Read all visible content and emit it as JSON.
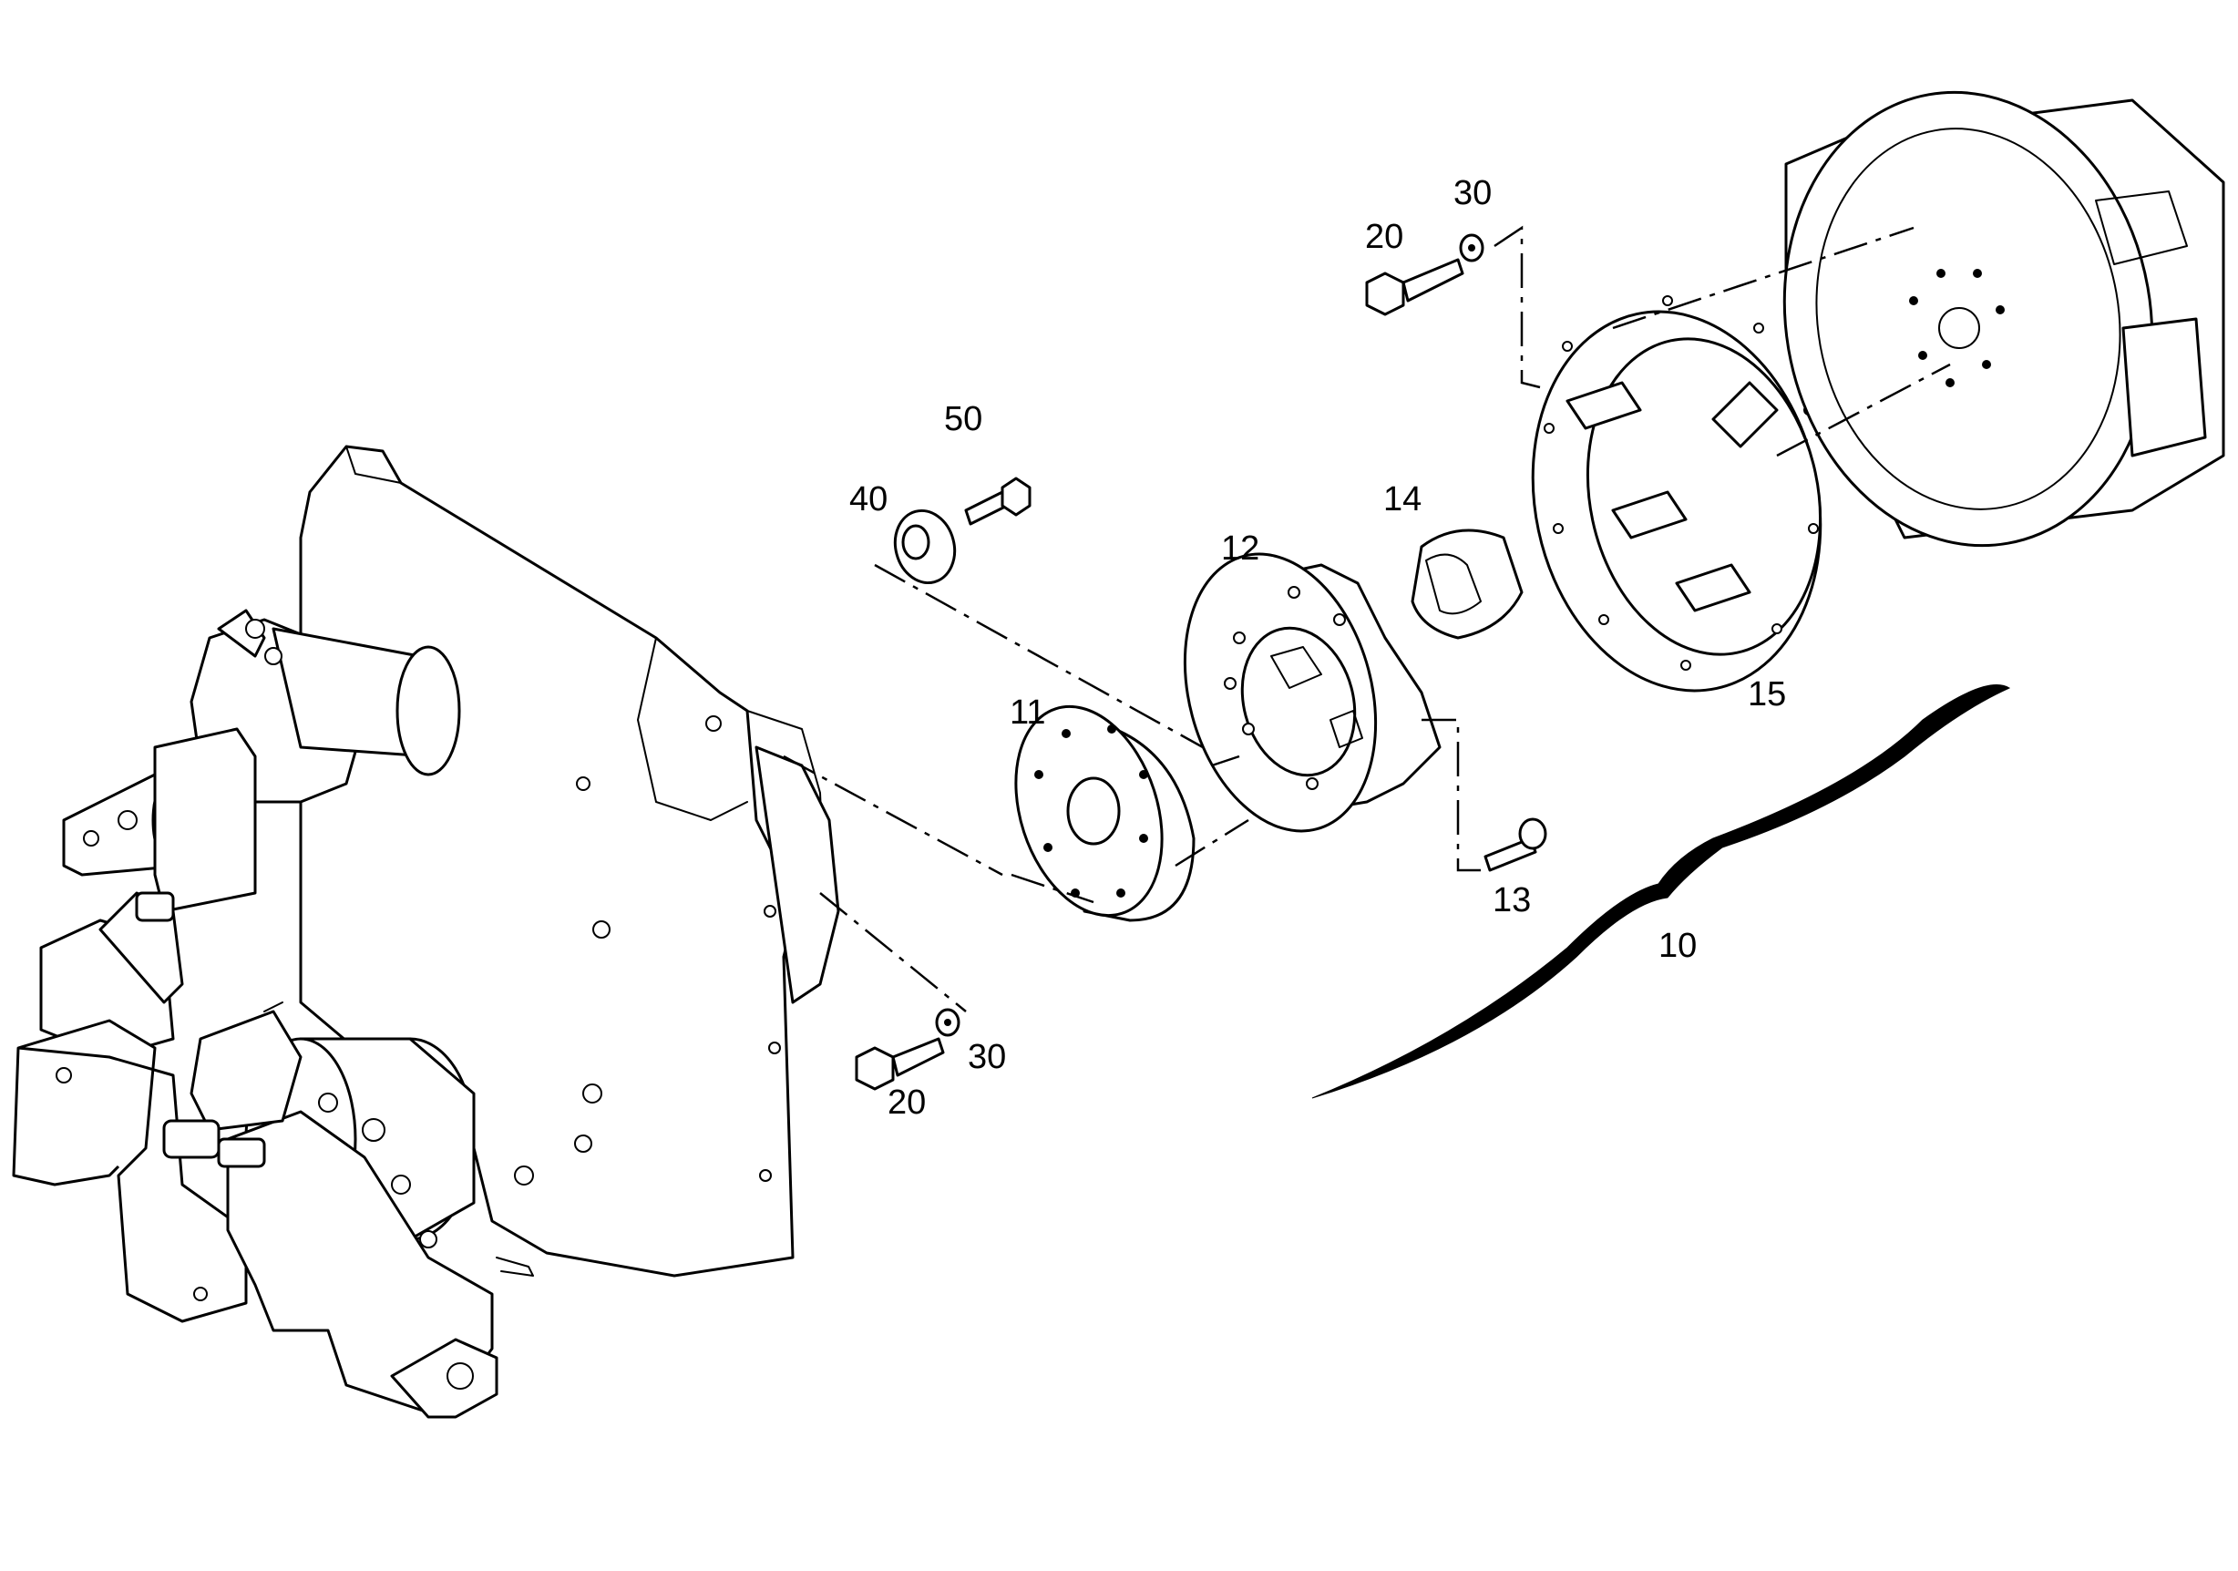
{
  "callouts": {
    "c10": "10",
    "c11": "11",
    "c12": "12",
    "c13": "13",
    "c14": "14",
    "c15": "15",
    "c20_top": "20",
    "c30_top": "30",
    "c20_bottom": "20",
    "c30_bottom": "30",
    "c40": "40",
    "c50": "50"
  },
  "colors": {
    "line": "#000000",
    "background": "#ffffff"
  }
}
